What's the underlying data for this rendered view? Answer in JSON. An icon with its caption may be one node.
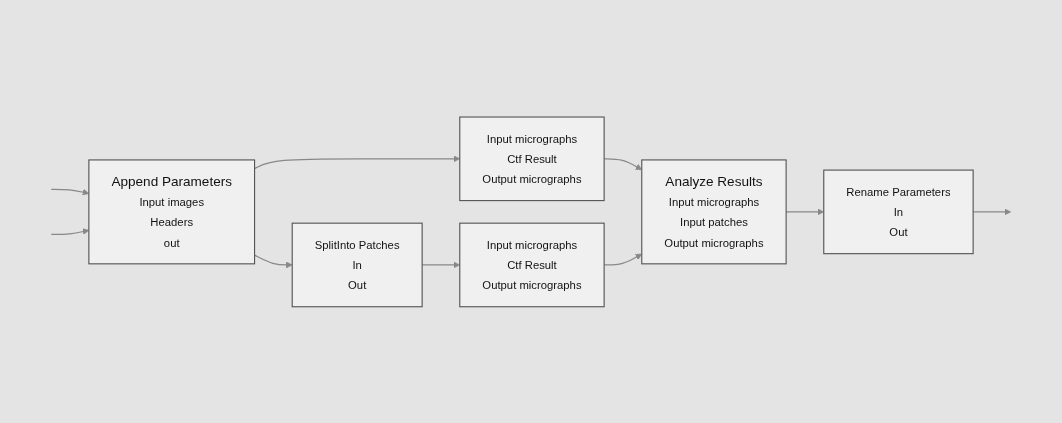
{
  "diagram": {
    "nodes": [
      {
        "text": [
          "Append Parameters",
          "Input images",
          "Headers",
          "out"
        ]
      },
      {
        "text": [
          "Input micrographs",
          "Ctf Result",
          "Output micrographs"
        ]
      },
      {
        "text": [
          "SplitInto Patches",
          "In",
          "Out"
        ]
      },
      {
        "text": [
          "Input micrographs",
          "Ctf Result",
          "Output micrographs"
        ]
      },
      {
        "text": [
          "Analyze Results",
          "Input micrographs",
          "Input patches",
          "Output micrographs"
        ]
      },
      {
        "text": [
          "Rename Parameters",
          "In",
          "Out"
        ]
      }
    ],
    "edges": [
      {
        "from": null,
        "to": 0,
        "arrow": "to"
      },
      {
        "from": null,
        "to": 0,
        "arrow": "to"
      },
      {
        "from": 0,
        "to": 1,
        "arrow": "to"
      },
      {
        "from": 0,
        "to": 2,
        "arrow": "to"
      },
      {
        "from": 2,
        "to": 3,
        "arrow": "to"
      },
      {
        "from": 1,
        "to": 4,
        "arrow": "to"
      },
      {
        "from": 3,
        "to": 4,
        "arrow": "to"
      },
      {
        "from": 4,
        "to": 5,
        "arrow": "to"
      },
      {
        "from": 5,
        "to": null,
        "arrow": "to"
      }
    ]
  }
}
